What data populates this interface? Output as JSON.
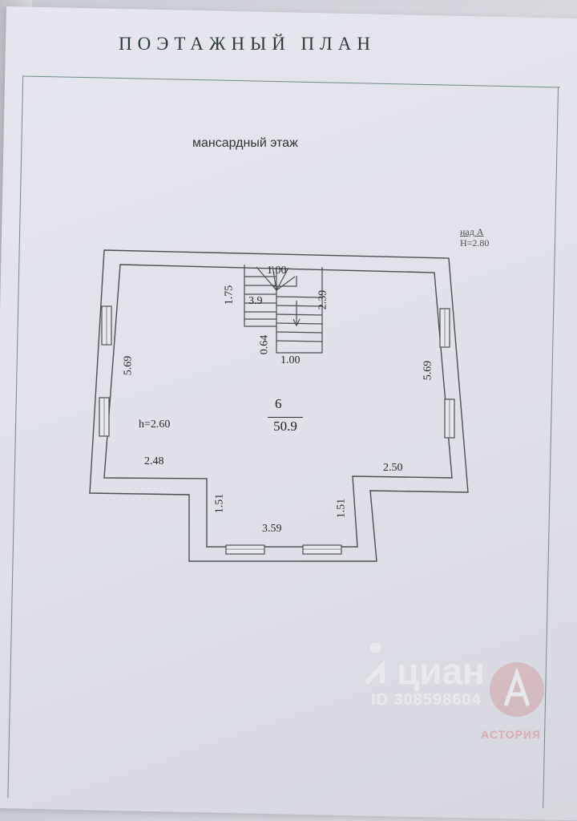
{
  "document": {
    "title": "ПОЭТАЖНЫЙ ПЛАН",
    "subtitle": "мансардный этаж",
    "elevation": {
      "line1": "над А",
      "line2": "H=2.80"
    }
  },
  "plan": {
    "room": {
      "number": "6",
      "area": "50.9",
      "height": "h=2.60"
    },
    "dimensions": {
      "stair_width_top": "1.00",
      "stair_height_left": "1.75",
      "stair_mark": "3.9",
      "stair_height_right": "2.39",
      "stair_gap": "0.64",
      "stair_width_bottom": "1.00",
      "wall_left": "5.69",
      "wall_right": "5.69",
      "bottom_left": "2.48",
      "bottom_right": "2.50",
      "bay_left": "1.51",
      "bay_right": "1.51",
      "bay_width": "3.59"
    }
  },
  "watermark": {
    "brand": "циан",
    "listing_id": "ID 308598604",
    "agency": "АСТОРИЯ"
  },
  "colors": {
    "paper": "#e2e3ea",
    "line": "#4a4f50",
    "frame": "#6f8a84"
  }
}
